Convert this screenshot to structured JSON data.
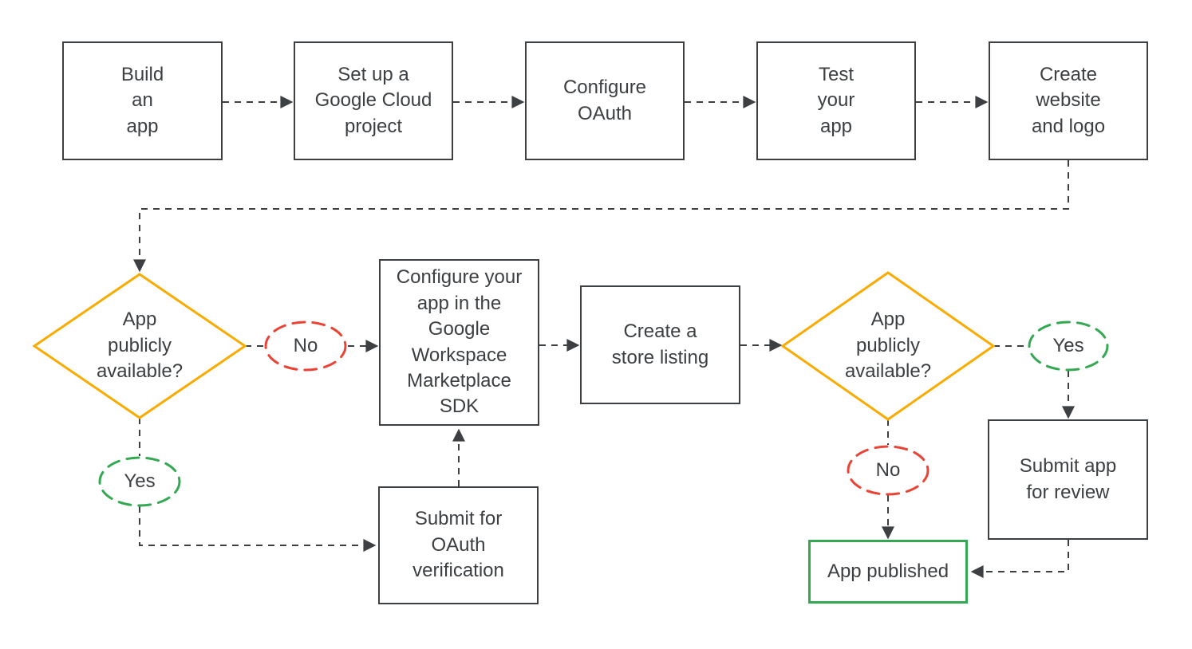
{
  "flowchart": {
    "process_steps": {
      "build_app": "Build\nan\napp",
      "setup_project": "Set up a\nGoogle Cloud\nproject",
      "configure_oauth": "Configure\nOAuth",
      "test_app": "Test\nyour\napp",
      "create_website": "Create\nwebsite\nand logo",
      "configure_sdk": "Configure your\napp in the\nGoogle\nWorkspace\nMarketplace\nSDK",
      "store_listing": "Create a\nstore listing",
      "submit_oauth": "Submit for\nOAuth\nverification",
      "submit_review": "Submit app\nfor review",
      "app_published": "App published"
    },
    "decisions": {
      "first": "App\npublicly\navailable?",
      "second": "App\npublicly\navailable?"
    },
    "branch_labels": {
      "no_first": "No",
      "yes_first": "Yes",
      "yes_second": "Yes",
      "no_second": "No"
    },
    "colors": {
      "box_outline": "#3C4043",
      "text": "#3C4043",
      "connector": "#3C4043",
      "decision_outline": "#F9AB00",
      "yes_outline": "#34A853",
      "no_outline": "#EA4335",
      "published_outline": "#34A853",
      "background": "#FFFFFF"
    }
  }
}
